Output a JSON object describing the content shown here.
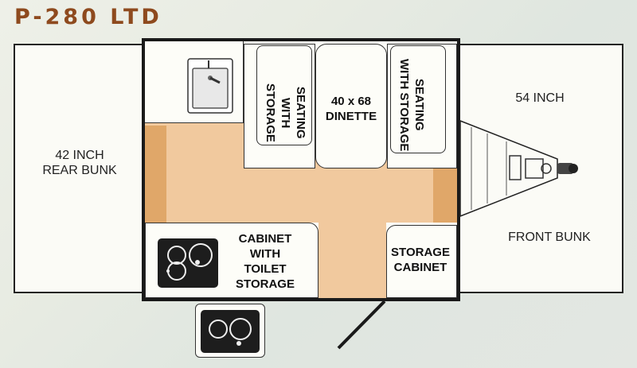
{
  "title": "P-280 LTD",
  "labels": {
    "rear_bunk": "42 INCH\nREAR BUNK",
    "front_width": "54 INCH",
    "front_bunk": "FRONT BUNK",
    "seating_left": "SEATING\nWITH\nSTORAGE",
    "dinette": "40 x 68\nDINETTE",
    "seating_right": "SEATING\nWITH STORAGE",
    "cabinet": "CABINET\nWITH\nTOILET\nSTORAGE",
    "storage": "STORAGE\nCABINET"
  },
  "colors": {
    "title": "#8e4a1e",
    "floor": "#f1c99e",
    "wood": "#e0a769"
  }
}
